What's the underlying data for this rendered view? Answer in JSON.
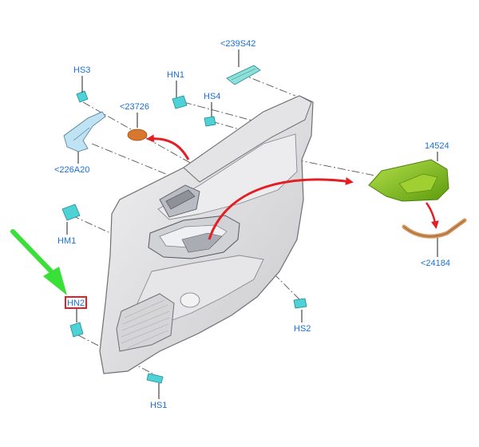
{
  "callouts": {
    "hs3": "HS3",
    "hn1": "HN1",
    "hs4": "HS4",
    "p239s42": "<239S42",
    "p23726": "<23726",
    "p226a20": "<226A20",
    "p14524": "14524",
    "hm1": "HM1",
    "hn2": "HN2",
    "hs2": "HS2",
    "p24184": "<24184",
    "hs1": "HS1"
  },
  "colors": {
    "callout_text": "#1a6fd6",
    "clip_fill": "#4fd2d6",
    "red_arrow": "#e31e24",
    "green_arrow": "#38e038",
    "highlight_box": "#e31e24",
    "trim_panel": "#7fc21c",
    "trim_strip": "#d4935a",
    "orange_plug": "#d8782e",
    "door_panel": "#d9d9db"
  },
  "icons": {
    "red_arrow_1": "curved-arrow-icon",
    "red_arrow_2": "curved-arrow-icon",
    "red_arrow_3": "curved-arrow-icon",
    "green_arrow": "arrow-down-right-icon"
  }
}
